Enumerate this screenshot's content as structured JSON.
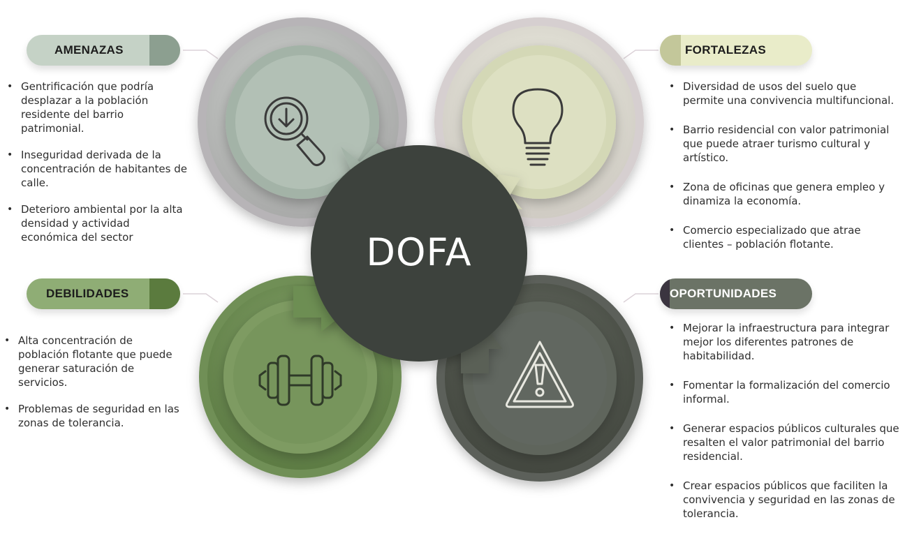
{
  "title": "DOFA",
  "colors": {
    "amenazas": "#a9b6ab",
    "fortalezas": "#d9dcb8",
    "debilidades": "#6f8f56",
    "oportunidades": "#565c53",
    "center": "#3d433c"
  },
  "sections": {
    "amenazas": {
      "label": "AMENAZAS",
      "icon": "magnifier-download-icon",
      "items": [
        "Gentrificación que podría desplazar a la población residente del barrio patrimonial.",
        "Inseguridad derivada de la concentración de habitantes de calle.",
        "Deterioro ambiental por la alta densidad y actividad económica del sector"
      ]
    },
    "debilidades": {
      "label": "DEBILIDADES",
      "icon": "dumbbell-icon",
      "items": [
        "Alta concentración de población flotante que puede generar saturación de servicios.",
        "Problemas de seguridad en las zonas de tolerancia."
      ]
    },
    "fortalezas": {
      "label": "FORTALEZAS",
      "icon": "lightbulb-icon",
      "items": [
        "Diversidad de usos del suelo que permite una convivencia multifuncional.",
        "Barrio residencial con valor patrimonial que puede atraer turismo cultural y artístico.",
        "Zona de oficinas que genera empleo y dinamiza la economía.",
        "Comercio especializado que atrae clientes – población flotante."
      ]
    },
    "oportunidades": {
      "label": "OPORTUNIDADES",
      "icon": "warning-icon",
      "items": [
        "Mejorar la infraestructura para integrar mejor los diferentes patrones de habitabilidad.",
        "Fomentar la formalización del comercio informal.",
        "Generar espacios públicos culturales que resalten el valor patrimonial del barrio residencial.",
        "Crear espacios públicos que faciliten la convivencia y seguridad en las zonas de tolerancia."
      ]
    }
  }
}
